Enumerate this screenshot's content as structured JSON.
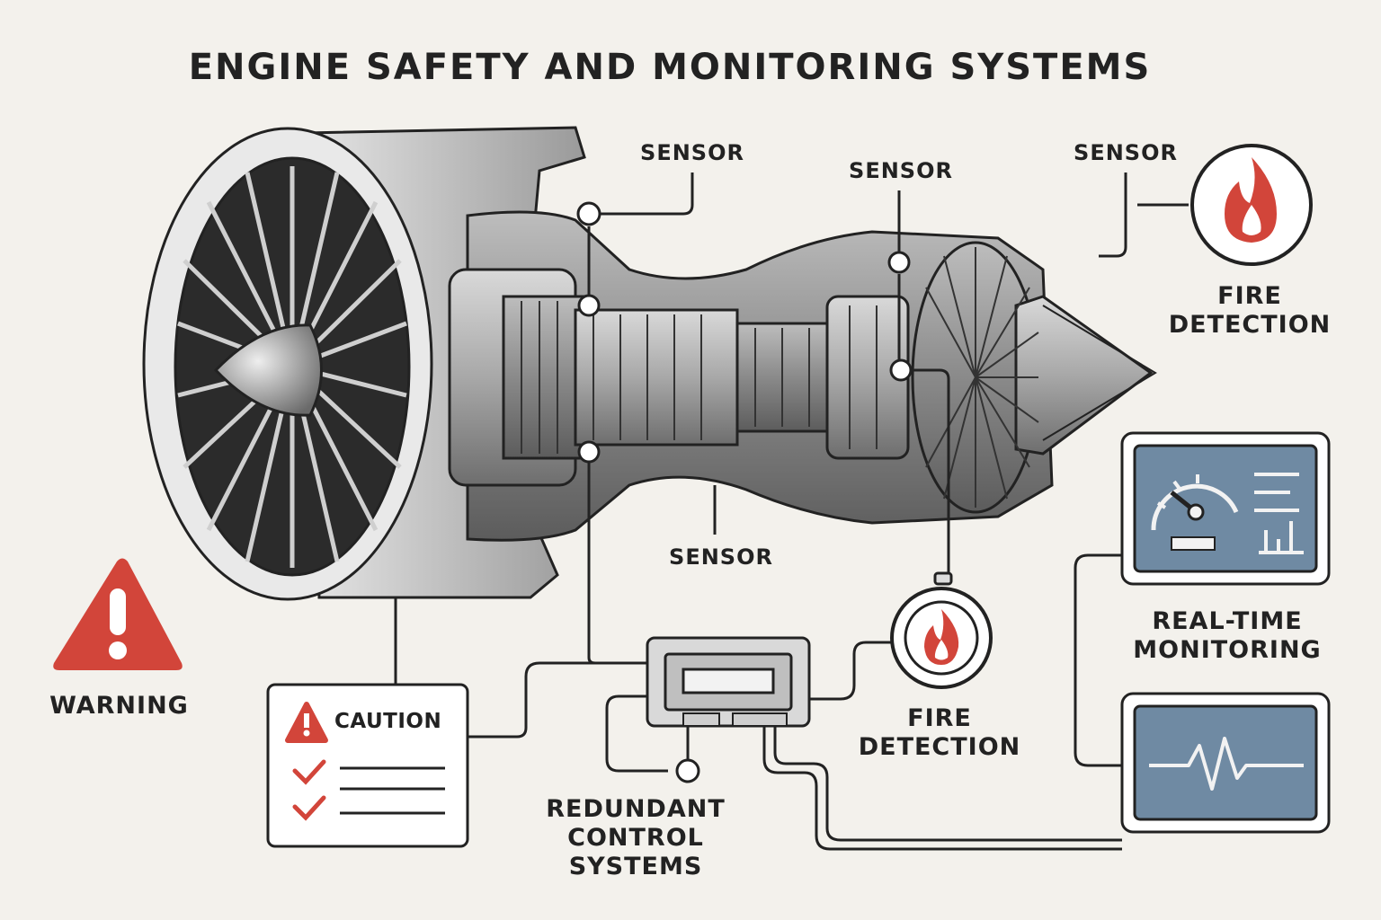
{
  "title": "ENGINE SAFETY AND MONITORING SYSTEMS",
  "sensors": {
    "fan_top": "SENSOR",
    "compressor_top": "SENSOR",
    "exhaust_top": "SENSOR",
    "bottom": "SENSOR"
  },
  "fire_detection_top": {
    "line1": "FIRE",
    "line2": "DETECTION"
  },
  "fire_detection_bottom": {
    "line1": "FIRE",
    "line2": "DETECTION"
  },
  "warning": {
    "label": "WARNING"
  },
  "caution": {
    "label": "CAUTION"
  },
  "redundant": {
    "line1": "REDUNDANT",
    "line2": "CONTROL",
    "line3": "SYSTEMS"
  },
  "monitoring": {
    "line1": "REAL-TIME",
    "line2": "MONITORING"
  },
  "colors": {
    "background": "#f3f1ec",
    "alert_red": "#d2453a",
    "screen_blue": "#6f8aa3",
    "line": "#222222"
  },
  "icons": [
    "warning-triangle-icon",
    "flame-icon",
    "check-icon",
    "gauge-icon",
    "waveform-icon"
  ]
}
